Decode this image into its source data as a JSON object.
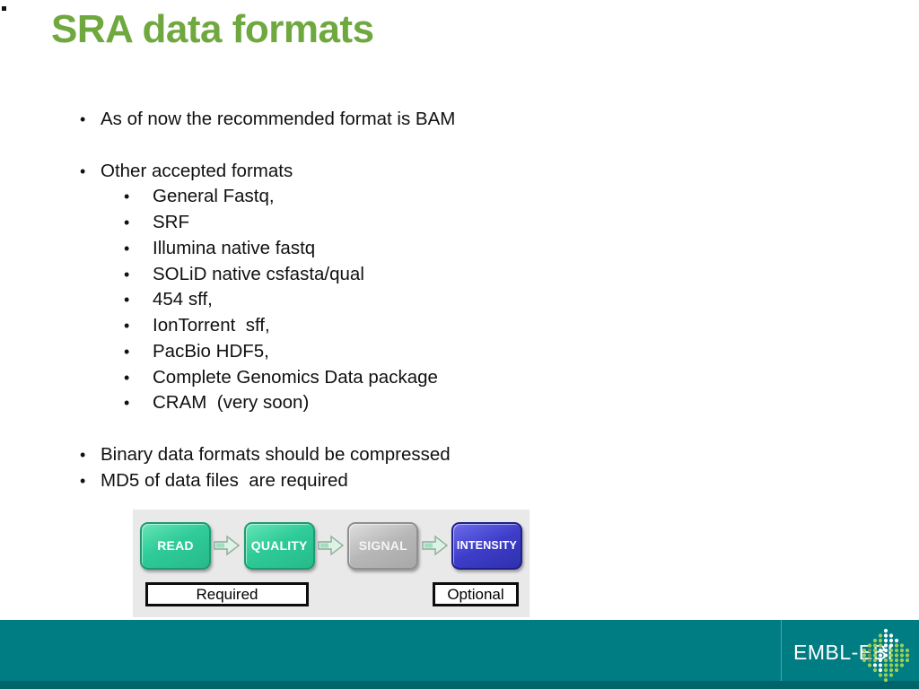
{
  "slide": {
    "title": "SRA data formats",
    "title_color": "#6fa83e",
    "stray_mark": "."
  },
  "content": {
    "bullets": [
      {
        "level": 1,
        "text": "As of now the recommended format is BAM"
      },
      {
        "level": 1,
        "text": "Other accepted formats"
      },
      {
        "level": 2,
        "text": "General Fastq,"
      },
      {
        "level": 2,
        "text": "SRF"
      },
      {
        "level": 2,
        "text": "Illumina native fastq"
      },
      {
        "level": 2,
        "text": "SOLiD native csfasta/qual"
      },
      {
        "level": 2,
        "text": "454 sff,"
      },
      {
        "level": 2,
        "text": "IonTorrent  sff,"
      },
      {
        "level": 2,
        "text": "PacBio HDF5,"
      },
      {
        "level": 2,
        "text": "Complete Genomics Data package"
      },
      {
        "level": 2,
        "text": "CRAM  (very soon)"
      },
      {
        "level": 1,
        "text": "Binary data formats should be compressed"
      },
      {
        "level": 1,
        "text": "MD5 of data files  are required"
      }
    ]
  },
  "diagram": {
    "panel_color": "#e9e9e9",
    "stages": [
      {
        "label": "READ",
        "color": "#2ecb98"
      },
      {
        "label": "QUALITY",
        "color": "#2ecb98"
      },
      {
        "label": "SIGNAL",
        "color": "#b7b7b7"
      },
      {
        "label": "INTENSITY",
        "color": "#3d3dca"
      }
    ],
    "arrow_fill": "#dcf2e5",
    "required_label": "Required",
    "optional_label": "Optional"
  },
  "footer": {
    "brand": "EMBL-EBI",
    "bar_color": "#007c83",
    "bar_edge_color": "#00646b",
    "logo_green": "#9ccf56"
  }
}
